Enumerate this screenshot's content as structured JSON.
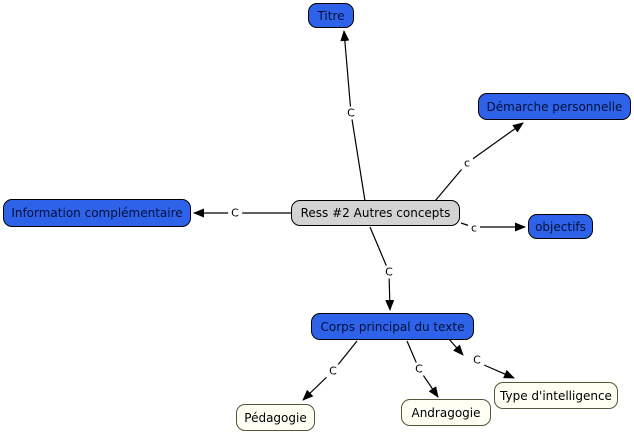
{
  "diagram": {
    "type": "concept-map",
    "background": "#ffffff"
  },
  "colors": {
    "concept_blue": "#2e63e9",
    "concept_gray": "#d3d3d3",
    "concept_ivory": "#fffff4",
    "ivory_border": "#55553a",
    "line": "#000000"
  },
  "nodes": {
    "titre": {
      "label": "Titre"
    },
    "demarche": {
      "label": "Démarche personnelle"
    },
    "objectifs": {
      "label": "objectifs"
    },
    "information": {
      "label": "Information complémentaire"
    },
    "center": {
      "label": "Ress #2 Autres concepts"
    },
    "corps": {
      "label": "Corps principal du texte"
    },
    "pedagogie": {
      "label": "Pédagogie"
    },
    "andragogie": {
      "label": "Andragogie"
    },
    "type_intelligence": {
      "label": "Type d'intelligence"
    }
  },
  "links": {
    "center_titre": {
      "label": "C"
    },
    "center_demarche": {
      "label": "c"
    },
    "center_objectifs": {
      "label": "c"
    },
    "center_information": {
      "label": "C"
    },
    "center_corps": {
      "label": "C"
    },
    "corps_pedagogie": {
      "label": "C"
    },
    "corps_andragogie": {
      "label": "C"
    },
    "corps_type_intelligence": {
      "label": "C"
    }
  }
}
